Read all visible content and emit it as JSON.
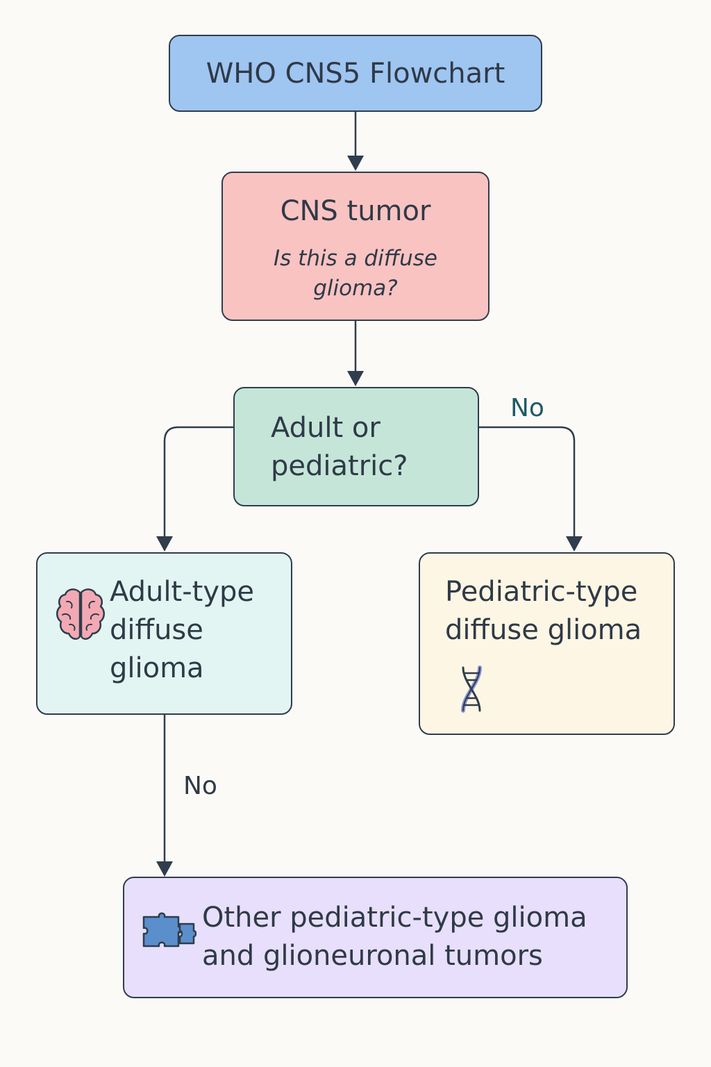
{
  "diagram": {
    "title": "WHO CNS5 Flowchart",
    "nodes": {
      "cns_tumor": {
        "title": "CNS tumor",
        "question": "Is this a diffuse glioma?"
      },
      "age_group": {
        "line1": "Adult or",
        "line2": "pediatric?"
      },
      "adult_type": {
        "line1": "Adult-type",
        "line2": "diffuse",
        "line3": "glioma",
        "icon": "brain-icon"
      },
      "pediatric_type": {
        "line1": "Pediatric-type",
        "line2": "diffuse glioma",
        "icon": "dna-icon"
      },
      "other": {
        "line1": "Other pediatric-type glioma",
        "line2": "and glioneuronal tumors",
        "icon": "puzzle-icon"
      }
    },
    "edge_labels": {
      "age_to_pediatric": "No",
      "adult_to_other": "No"
    },
    "colors": {
      "title_box": "#9fc5f1",
      "tumor_box": "#f9c3c2",
      "age_box": "#c4e5d8",
      "adult_box": "#e3f5f2",
      "pediatric_box": "#fdf6e4",
      "other_box": "#e7dffb",
      "stroke": "#2f3d4c"
    }
  }
}
